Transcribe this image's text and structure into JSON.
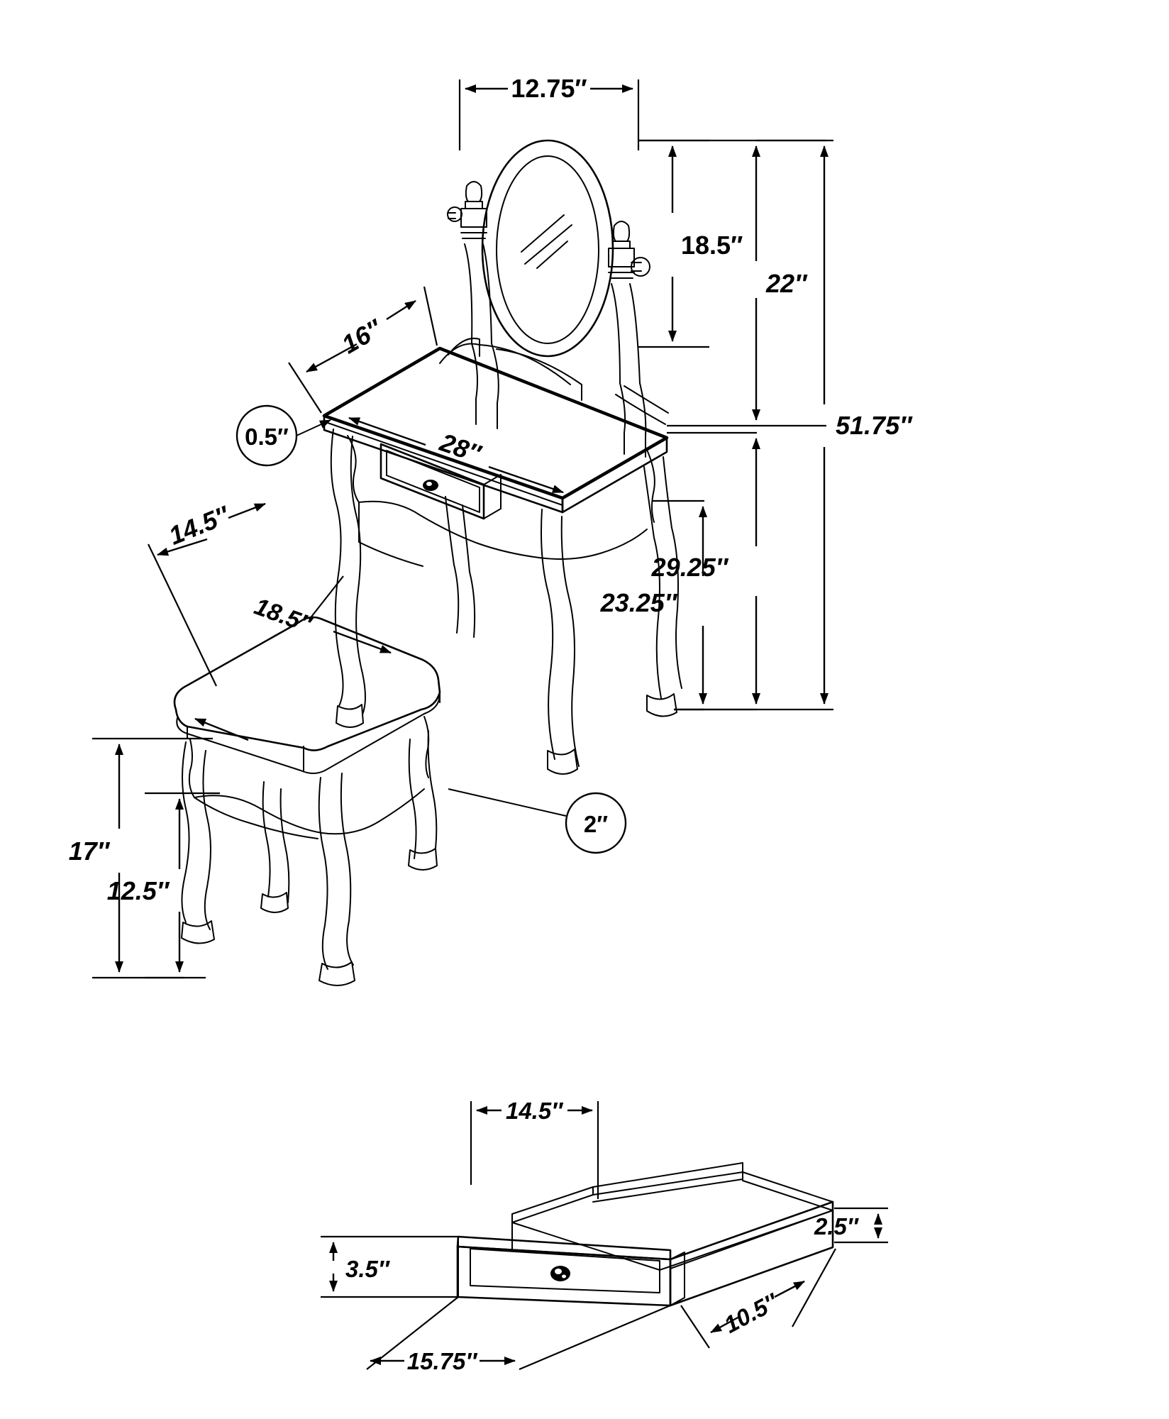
{
  "document": {
    "type": "technical-dimension-drawing",
    "subject": "vanity-set-with-mirror-bench-and-drawer",
    "units": "inches",
    "line_color": "#000000",
    "background_color": "#ffffff"
  },
  "dimensions": {
    "mirror_width": "12.75\"",
    "mirror_height": "18.5\"",
    "mirror_assembly_height": "22\"",
    "total_height": "51.75\"",
    "table_depth": "16\"",
    "table_width": "28\"",
    "table_top_thickness": "0.5\"",
    "table_top_height": "29.25\"",
    "table_apron_clearance": "23.25\"",
    "bench_depth": "14.5\"",
    "bench_width": "18.5\"",
    "bench_cushion_thickness": "2\"",
    "bench_height": "17\"",
    "bench_apron_height": "12.5\"",
    "drawer_interior_width": "14.5\"",
    "drawer_side_height": "2.5\"",
    "drawer_front_height": "3.5\"",
    "drawer_front_width": "15.75\"",
    "drawer_depth": "10.5\""
  },
  "labels": {
    "mirror_width": "12.75″",
    "mirror_height": "18.5″",
    "mirror_assembly_height": "22″",
    "total_height": "51.75″",
    "table_depth": "16″",
    "table_width": "28″",
    "table_top_thickness": "0.5″",
    "table_top_height": "29.25″",
    "table_apron_clearance": "23.25″",
    "bench_depth": "14.5″",
    "bench_width": "18.5″",
    "bench_cushion_thickness": "2″",
    "bench_height": "17″",
    "bench_apron_height": "12.5″",
    "drawer_interior_width": "14.5″",
    "drawer_side_height": "2.5″",
    "drawer_front_height": "3.5″",
    "drawer_front_width": "15.75″",
    "drawer_depth": "10.5″"
  },
  "parts": {
    "mirror": "oval-swivel-mirror",
    "vanity_table": "vanity-table-with-single-drawer",
    "bench": "upholstered-vanity-bench",
    "drawer": "detail-drawer-exploded"
  }
}
